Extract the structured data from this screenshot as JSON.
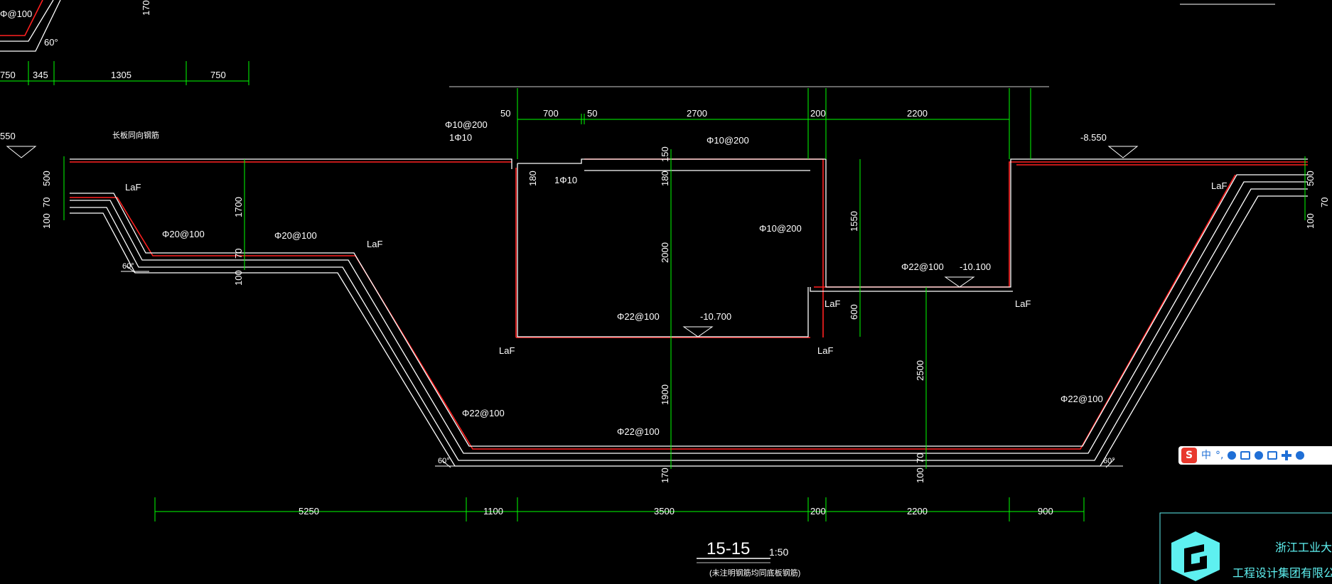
{
  "drawing": {
    "section_title": "15-15",
    "section_scale": "1:50",
    "section_note": "(未注明钢筋均同底板钢筋)",
    "top_partial_label": "Φ@100",
    "top_partial_dims": [
      "750",
      "345",
      "1305",
      "750"
    ],
    "top_partial_170": "170",
    "top_partial_angle": "60°",
    "left_level_partial": "550",
    "right_level": "-8.550",
    "pit1_level": "-10.700",
    "pit2_level": "-10.100",
    "top_dims": [
      "50",
      "700",
      "50",
      "2700",
      "200",
      "2200"
    ],
    "bottom_dims": [
      "5250",
      "1100",
      "3500",
      "200",
      "2200",
      "900"
    ],
    "vertical_dims": {
      "left_500": "500",
      "left_70": "70",
      "left_100": "100",
      "d1700": "1700",
      "d70b": "70",
      "d100b": "100",
      "d150": "150",
      "d180a": "180",
      "d180b": "180",
      "d2000": "2000",
      "d1900": "1900",
      "d170": "170",
      "d1550": "1550",
      "d600": "600",
      "d2500": "2500",
      "d70c": "70",
      "d100c": "100",
      "right_500": "500",
      "right_70": "70",
      "right_100": "100"
    },
    "rebar_labels": {
      "r1": "Φ10@200",
      "r2": "1Φ10",
      "r3": "Φ10@200",
      "r4": "1Φ10",
      "r5": "Φ10@200",
      "r6": "Φ20@100",
      "r7": "Φ20@100",
      "r8": "Φ22@100",
      "r9": "Φ22@100",
      "r10": "Φ22@100",
      "r11": "Φ22@100",
      "r12": "Φ22@100",
      "r13": "长板同向钢筋"
    },
    "laf": "LaF",
    "angle": "60°"
  },
  "title_block": {
    "line1": "浙江工业大学",
    "line2": "工程设计集团有限公司"
  },
  "ime_toolbar": {
    "logo": "S",
    "lang": "中",
    "punct": "°,"
  },
  "colors": {
    "background": "#000000",
    "concrete": "#ffffff",
    "rebar": "#ff2020",
    "dimension": "#00ff00",
    "title_block": "#5ef0f0"
  }
}
